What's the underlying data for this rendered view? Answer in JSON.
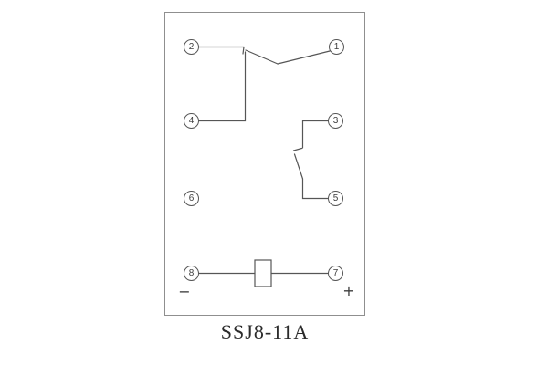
{
  "diagram": {
    "caption": "SSJ8-11A",
    "colors": {
      "line": "#565656",
      "outline": "#8f8f8f",
      "text": "#2b2b2b",
      "background": "#ffffff"
    },
    "terminals": [
      {
        "id": 1,
        "label": "1"
      },
      {
        "id": 2,
        "label": "2"
      },
      {
        "id": 3,
        "label": "3"
      },
      {
        "id": 4,
        "label": "4"
      },
      {
        "id": 5,
        "label": "5"
      },
      {
        "id": 6,
        "label": "6"
      },
      {
        "id": 7,
        "label": "7"
      },
      {
        "id": 8,
        "label": "8"
      }
    ],
    "polarity": {
      "minus": "−",
      "plus": "+"
    }
  }
}
